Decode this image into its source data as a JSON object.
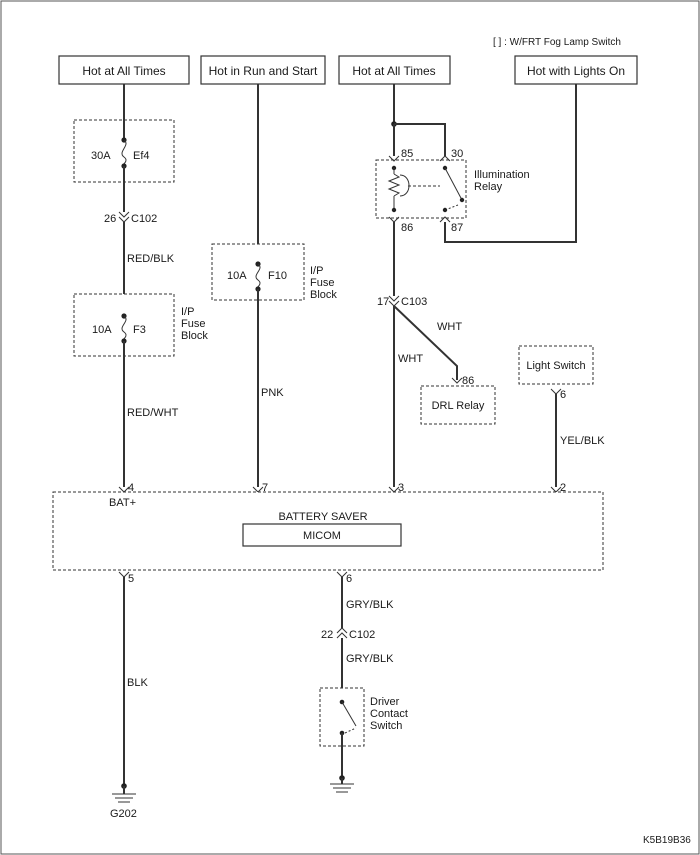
{
  "note": "[    ] : W/FRT Fog Lamp Switch",
  "figure_id": "K5B19B36",
  "power_sources": {
    "src1": "Hot at All Times",
    "src2": "Hot in Run and Start",
    "src3": "Hot at All Times",
    "src4": "Hot with Lights On"
  },
  "fuses": {
    "ef4": {
      "rating": "30A",
      "id": "Ef4"
    },
    "f3": {
      "rating": "10A",
      "id": "F3",
      "block": [
        "I/P",
        "Fuse",
        "Block"
      ]
    },
    "f10": {
      "rating": "10A",
      "id": "F10",
      "block": [
        "I/P",
        "Fuse",
        "Block"
      ]
    }
  },
  "connectors": {
    "c102_top": {
      "pin": "26",
      "name": "C102"
    },
    "c103": {
      "pin": "17",
      "name": "C103"
    },
    "c102_bottom": {
      "pin": "22",
      "name": "C102"
    }
  },
  "wires": {
    "red_blk": "RED/BLK",
    "red_wht": "RED/WHT",
    "pnk": "PNK",
    "wht_a": "WHT",
    "wht_b": "WHT",
    "yel_blk": "YEL/BLK",
    "gry_blk_a": "GRY/BLK",
    "gry_blk_b": "GRY/BLK",
    "blk": "BLK"
  },
  "relay": {
    "title": [
      "Illumination",
      "Relay"
    ],
    "pin85": "85",
    "pin86": "86",
    "pin30": "30",
    "pin87": "87"
  },
  "drl": {
    "label": "DRL Relay",
    "pin": "86"
  },
  "light_switch": {
    "label": "Light Switch",
    "pin": "6"
  },
  "module": {
    "title": "BATTERY SAVER",
    "inner": "MICOM",
    "pin4": "4",
    "bat_label": "BAT+",
    "pin7": "7",
    "pin3": "3",
    "pin2": "2",
    "pin5": "5",
    "pin6": "6"
  },
  "driver_switch": {
    "label": [
      "Driver",
      "Contact",
      "Switch"
    ]
  },
  "ground": {
    "label": "G202"
  }
}
